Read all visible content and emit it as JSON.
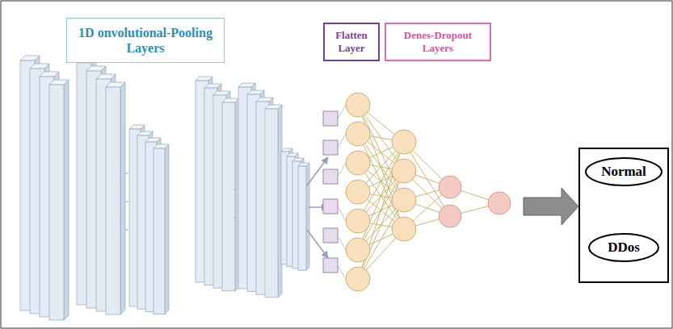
{
  "diagram": {
    "nodes": [
      {
        "text": [
          "1D onvolutional-Pooling Layers"
        ]
      },
      {
        "text": [
          "Flatten Layer"
        ]
      },
      {
        "text": [
          "Denes-Dropout Layers"
        ]
      },
      {
        "text": []
      },
      {
        "text": [
          "Normal"
        ],
        "in": 3
      },
      {
        "text": [
          "DDos"
        ],
        "in": 3
      }
    ]
  }
}
